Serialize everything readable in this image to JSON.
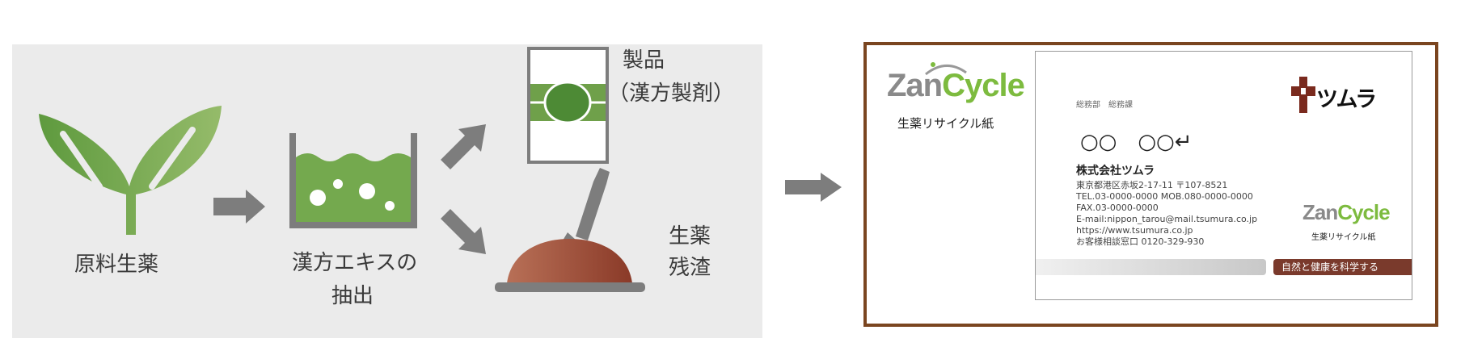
{
  "process": {
    "raw_herbs": "原料生薬",
    "extraction_line1": "漢方エキスの",
    "extraction_line2": "抽出",
    "product_line1": "製品",
    "product_line2": "（漢方製剤）",
    "residue_line1": "生薬",
    "residue_line2": "残渣"
  },
  "logo": {
    "zan": "Zan",
    "cycle": "Cycle",
    "caption": "生薬リサイクル紙"
  },
  "card": {
    "department": "総務部　総務課",
    "name": "○○　○○↵",
    "company": "株式会社ツムラ",
    "lines": [
      "東京都港区赤坂2-17-11 〒107-8521",
      "TEL.03-0000-0000  MOB.080-0000-0000",
      "FAX.03-0000-0000",
      "E-mail:nippon_tarou@mail.tsumura.co.jp",
      "https://www.tsumura.co.jp",
      "お客様相談窓口 0120-329-930"
    ],
    "brand": "ツムラ",
    "slogan": "自然と健康を科学する"
  },
  "colors": {
    "green": "#6fa04a",
    "gray": "#7d7d7d",
    "brown": "#7a4520",
    "residue": "#a0503a"
  }
}
